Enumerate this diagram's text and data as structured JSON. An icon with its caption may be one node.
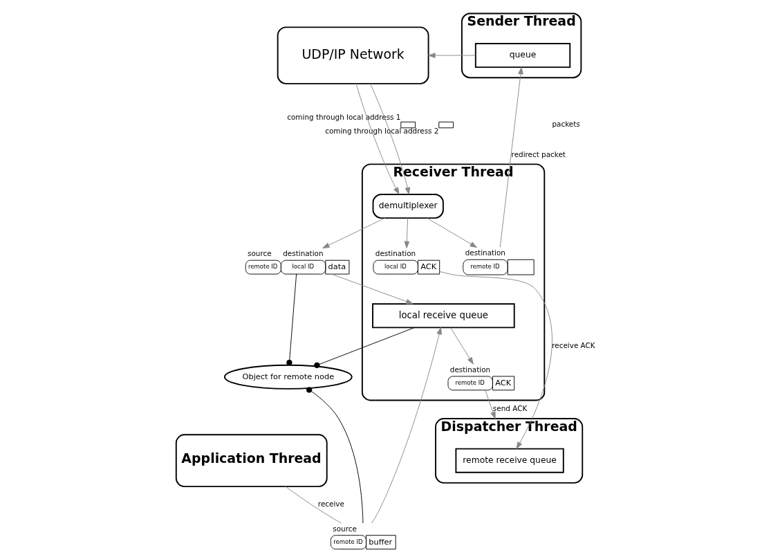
{
  "diagram": {
    "nodes": [
      {
        "text": [
          "UDP/IP Network"
        ]
      },
      {
        "text": [
          "Sender Thread"
        ]
      },
      {
        "text": [
          "queue"
        ],
        "in": 1
      },
      {
        "text": [],
        "shape": "box",
        "beside": [
          "coming through local address 1"
        ]
      },
      {
        "text": [],
        "shape": "box",
        "beside": [
          "coming through local address 2"
        ]
      },
      {
        "text": [
          "Receiver Thread"
        ]
      },
      {
        "text": [
          "demultiplexer"
        ],
        "in": 5
      },
      {
        "text": [
          "destination",
          "remote ID"
        ],
        "in": 5
      },
      {
        "text": [
          "Dispatcher Thread"
        ]
      },
      {
        "text": [
          "remote receive queue"
        ],
        "in": 8
      },
      {
        "text": [
          "destination",
          "local ID",
          "ACK"
        ],
        "in": 5
      },
      {
        "text": [
          "source",
          "remote ID",
          "destination",
          "local ID",
          "data"
        ]
      },
      {
        "text": [
          "destination",
          "remote ID",
          "ACK"
        ],
        "in": 5
      },
      {
        "text": [
          "local receive queue"
        ],
        "in": 5
      },
      {
        "text": [
          "source",
          "remote ID",
          "buffer"
        ]
      },
      {
        "text": [
          "Object for remote node"
        ]
      },
      {
        "text": [
          "Application Thread"
        ]
      }
    ],
    "edges": [
      {
        "from": 0,
        "to": 6,
        "arrow": "to"
      },
      {
        "from": 0,
        "to": 6,
        "arrow": "to"
      },
      {
        "from": 2,
        "to": 0,
        "arrow": "to"
      },
      {
        "from": 6,
        "to": 7,
        "arrow": "to"
      },
      {
        "from": 7,
        "to": 2,
        "arrow": "to",
        "label": "redirect packet"
      },
      {
        "from": 6,
        "to": 10,
        "arrow": "to"
      },
      {
        "from": 10,
        "to": 9,
        "arrow": "to",
        "label": "receive ACK"
      },
      {
        "from": 6,
        "to": 11,
        "arrow": "to"
      },
      {
        "from": 11,
        "to": 13,
        "arrow": "to"
      },
      {
        "from": 13,
        "to": 12,
        "arrow": "to"
      },
      {
        "from": 12,
        "to": 8,
        "arrow": "to",
        "label": "send ACK"
      },
      {
        "from": 16,
        "to": 14,
        "arrow": "none",
        "label": "receive"
      },
      {
        "from": 14,
        "to": 13,
        "arrow": "to"
      },
      {
        "from": 11,
        "to": 15,
        "arrow": "other",
        "color": "#000000"
      },
      {
        "from": 13,
        "to": 15,
        "arrow": "other",
        "color": "#000000"
      },
      {
        "from": 14,
        "to": 15,
        "arrow": "other",
        "color": "#000000"
      }
    ],
    "labels": [
      "packets"
    ]
  }
}
